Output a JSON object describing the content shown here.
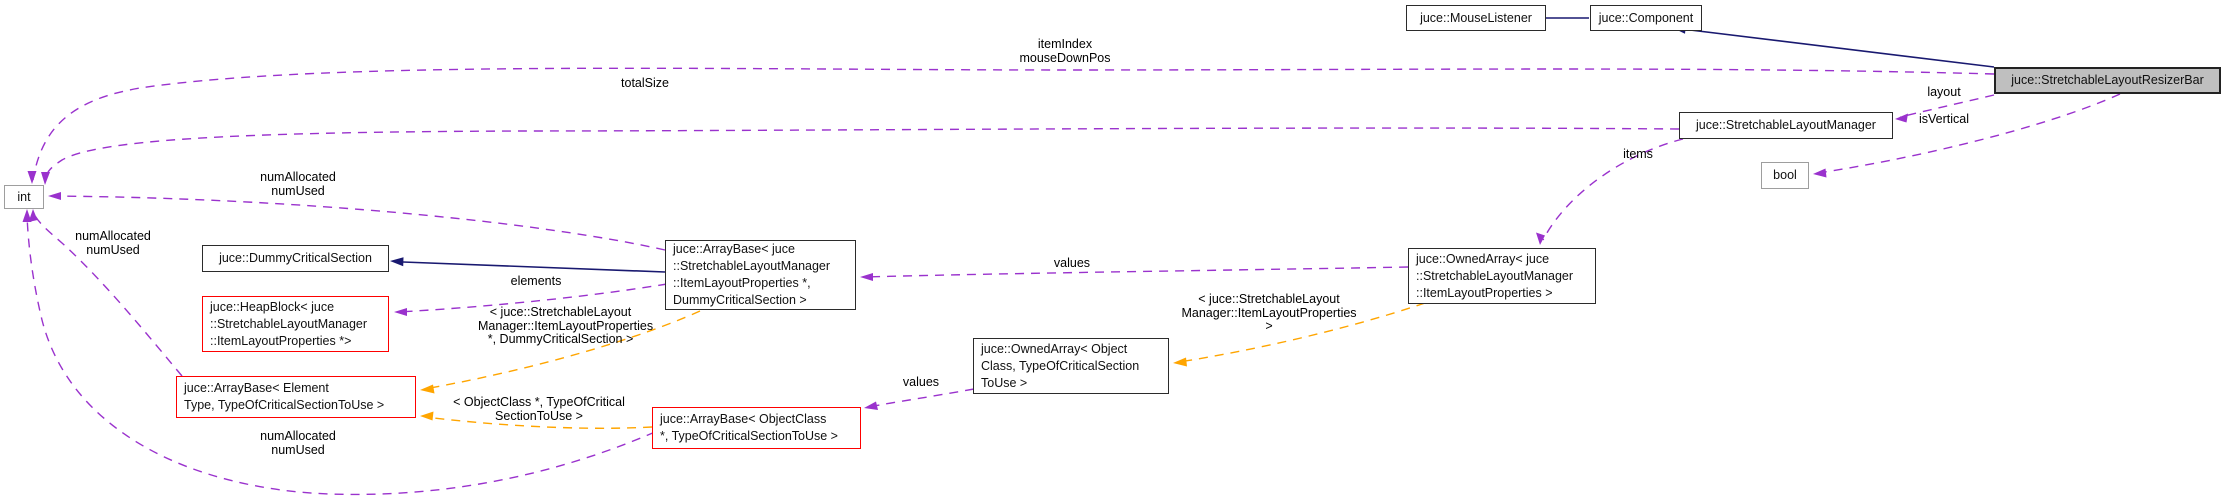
{
  "diagram": {
    "kind": "collaboration-graph",
    "main_class": "juce::StretchableLayoutResizerBar"
  },
  "colors": {
    "inheritance": "#191970",
    "member": "#9a32cd",
    "template": "#ffa500",
    "truncated_border": "#fe0000",
    "external_border": "#9e9e9e",
    "main_fill": "#bfbfbf",
    "node_border": "#2b2b2b"
  },
  "nodes": {
    "mouselistener": {
      "label": "juce::MouseListener"
    },
    "component": {
      "label": "juce::Component"
    },
    "resizerbar": {
      "label": "juce::StretchableLayoutResizerBar"
    },
    "layoutmanager": {
      "label": "juce::StretchableLayoutManager"
    },
    "bool": {
      "label": "bool"
    },
    "ownedarray_juce": {
      "label": "juce::OwnedArray< juce\n::StretchableLayoutManager\n::ItemLayoutProperties >"
    },
    "arraybase_juce": {
      "label": "juce::ArrayBase< juce\n::StretchableLayoutManager\n::ItemLayoutProperties *,\nDummyCriticalSection >"
    },
    "int": {
      "label": "int"
    },
    "dummycs": {
      "label": "juce::DummyCriticalSection"
    },
    "heapblock": {
      "label": "juce::HeapBlock< juce\n::StretchableLayoutManager\n::ItemLayoutProperties *>"
    },
    "arraybase_elem": {
      "label": "juce::ArrayBase< Element\nType, TypeOfCriticalSectionToUse >"
    },
    "ownedarray_obj": {
      "label": "juce::OwnedArray< Object\nClass, TypeOfCriticalSection\nToUse >"
    },
    "arraybase_obj": {
      "label": "juce::ArrayBase< ObjectClass\n*, TypeOfCriticalSectionToUse >"
    }
  },
  "edge_labels": {
    "item_index_mouse_down_pos": "itemIndex\nmouseDownPos",
    "total_size": "totalSize",
    "layout": "layout",
    "is_vertical": "isVertical",
    "items": "items",
    "num_allocated_num_used": "numAllocated\nnumUsed",
    "elements": "elements",
    "values": "values",
    "tmpl_item_layout_props_dummy": "< juce::StretchableLayout\nManager::ItemLayoutProperties\n*, DummyCriticalSection >",
    "tmpl_item_layout_props": "< juce::StretchableLayout\nManager::ItemLayoutProperties >",
    "tmpl_objectclass": "< ObjectClass *, TypeOfCritical\nSectionToUse >"
  }
}
